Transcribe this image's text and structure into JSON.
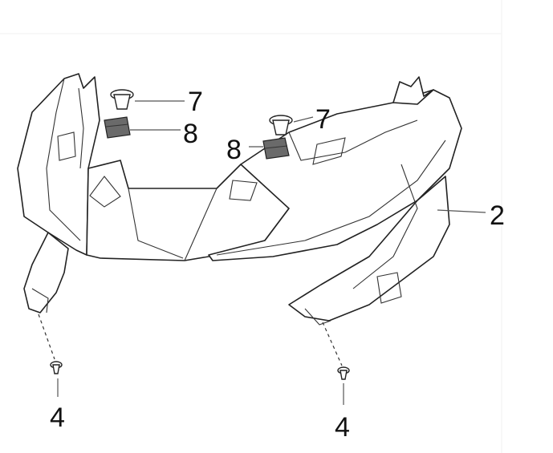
{
  "callouts": {
    "part_2": "2",
    "part_4_left": "4",
    "part_4_right": "4",
    "part_7_left": "7",
    "part_7_right": "7",
    "part_8_left": "8",
    "part_8_right": "8"
  },
  "colors": {
    "line": "#222222",
    "fill": "#ffffff",
    "hardware_dark": "#6a6a6a"
  }
}
